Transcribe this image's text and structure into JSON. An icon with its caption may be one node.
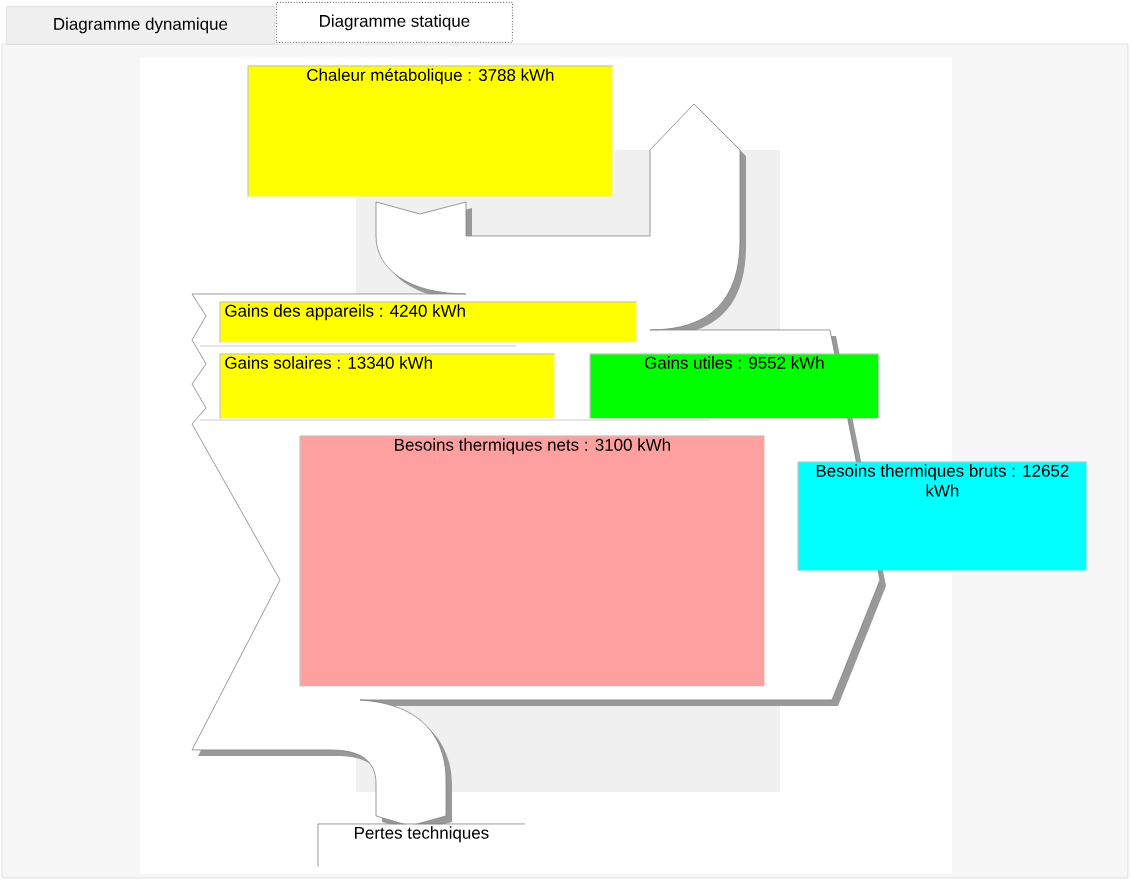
{
  "diagram": {
    "nodes": [
      {
        "text": [
          "Diagramme dynamique"
        ]
      },
      {
        "text": [
          "Diagramme statique"
        ]
      },
      {
        "text": [
          "Chaleur métabolique : 3788 kWh"
        ]
      },
      {
        "text": [
          "Gains des appareils : 4240 kWh"
        ]
      },
      {
        "text": [
          "Gains solaires : 13340 kWh"
        ]
      },
      {
        "text": [
          "Gains utiles : 9552 kWh"
        ]
      },
      {
        "text": [
          "Besoins thermiques nets : 3100 kWh"
        ]
      },
      {
        "text": [
          "Besoins thermiques bruts : 12652 kWh"
        ]
      },
      {
        "text": [
          "Pertes techniques"
        ]
      }
    ]
  }
}
